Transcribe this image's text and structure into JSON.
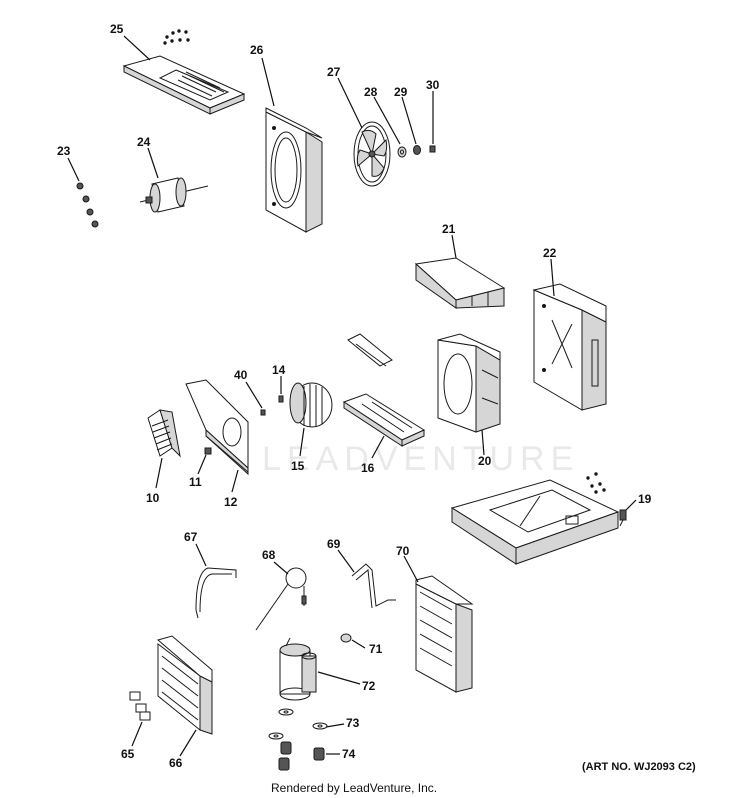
{
  "watermark": "LEADVENTURE",
  "art_number": "(ART NO. WJ2093 C2)",
  "footer_credit": "Rendered by LeadVenture, Inc.",
  "callouts": {
    "p10": "10",
    "p11": "11",
    "p12": "12",
    "p14": "14",
    "p15": "15",
    "p16": "16",
    "p19": "19",
    "p20": "20",
    "p21": "21",
    "p22": "22",
    "p23": "23",
    "p24": "24",
    "p25": "25",
    "p26": "26",
    "p27": "27",
    "p28": "28",
    "p29": "29",
    "p30": "30",
    "p40": "40",
    "p65": "65",
    "p66": "66",
    "p67": "67",
    "p68": "68",
    "p69": "69",
    "p70": "70",
    "p71": "71",
    "p72": "72",
    "p73": "73",
    "p74": "74"
  }
}
